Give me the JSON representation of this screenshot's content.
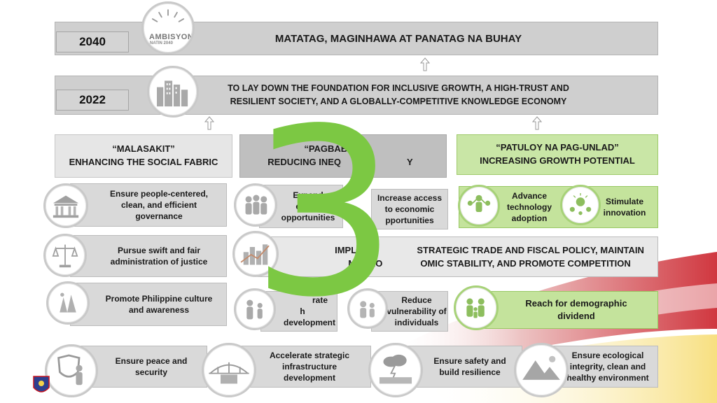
{
  "vision": {
    "year_2040": "2040",
    "goal_2040": "MATATAG, MAGINHAWA AT PANATAG NA BUHAY",
    "logo_main": "AMBISYON",
    "logo_sub": "NATIN 2040",
    "year_2022": "2022",
    "goal_2022_line1": "TO LAY DOWN THE FOUNDATION FOR INCLUSIVE GROWTH, A HIGH-TRUST AND",
    "goal_2022_line2": "RESILIENT SOCIETY, AND A GLOBALLY-COMPETITIVE KNOWLEDGE ECONOMY"
  },
  "pillars": {
    "malasakit": {
      "name": "“MALASAKIT”",
      "subtitle": "ENHANCING THE SOCIAL FABRIC"
    },
    "pagbabago": {
      "name": "“PAGBABAG",
      "subtitle": "REDUCING INEQ",
      "subtitle_end": "Y"
    },
    "patuloy": {
      "name": "“PATULOY NA PAG-UNLAD”",
      "subtitle": "INCREASING GROWTH POTENTIAL"
    }
  },
  "strategies": {
    "governance": {
      "line1": "Ensure people-centered,",
      "line2": "clean, and efficient",
      "line3": "governance"
    },
    "justice": {
      "line1": "Pursue swift and fair",
      "line2": "administration of justice"
    },
    "culture": {
      "line1": "Promote Philippine culture",
      "line2": "and awareness"
    },
    "expand": {
      "line1": "Expand",
      "line2": "econo",
      "line3": "opportunities"
    },
    "access": {
      "line1": "Increase access",
      "line2": "to economic",
      "line3": "pportunities"
    },
    "technology": {
      "line1": "Advance",
      "line2": "technology",
      "line3": "adoption"
    },
    "innovation": {
      "line1": "Stimulate",
      "line2": "innovation"
    },
    "trade_line1_a": "IMPLEME",
    "trade_line1_b": "STRATEGIC TRADE AND FISCAL POLICY, MAINTAIN",
    "trade_line2_a": "MACRO",
    "trade_line2_b": "OMIC STABILITY, AND PROMOTE COMPETITION",
    "human": {
      "line1": "rate",
      "line2": "h",
      "line3": "development"
    },
    "vulnerability": {
      "line1": "Reduce",
      "line2": "vulnerability of",
      "line3": "individuals"
    },
    "demographic": {
      "line1": "Reach for demographic",
      "line2": "dividend"
    }
  },
  "foundations": {
    "peace": {
      "line1": "Ensure peace and",
      "line2": "security"
    },
    "infrastructure": {
      "line1": "Accelerate strategic",
      "line2": "infrastructure",
      "line3": "development"
    },
    "resilience": {
      "line1": "Ensure safety and",
      "line2": "build resilience"
    },
    "environment": {
      "line1": "Ensure ecological",
      "line2": "integrity, clean and",
      "line3": "healthy environment"
    }
  },
  "overlay_number": "3",
  "icons": [
    "ambisyon-logo",
    "city-buildings-icon",
    "government-building-icon",
    "scales-of-justice-icon",
    "culture-icon",
    "people-group-icon",
    "technology-icon",
    "innovation-icon",
    "city-growth-icon",
    "family-icon",
    "shield-person-icon",
    "bridge-icon",
    "storm-icon",
    "mountain-icon",
    "seal-icon"
  ],
  "colors": {
    "green_overlay": "#7cc843",
    "green_box": "#c4e39c",
    "gray_box": "#d9d9d9"
  }
}
